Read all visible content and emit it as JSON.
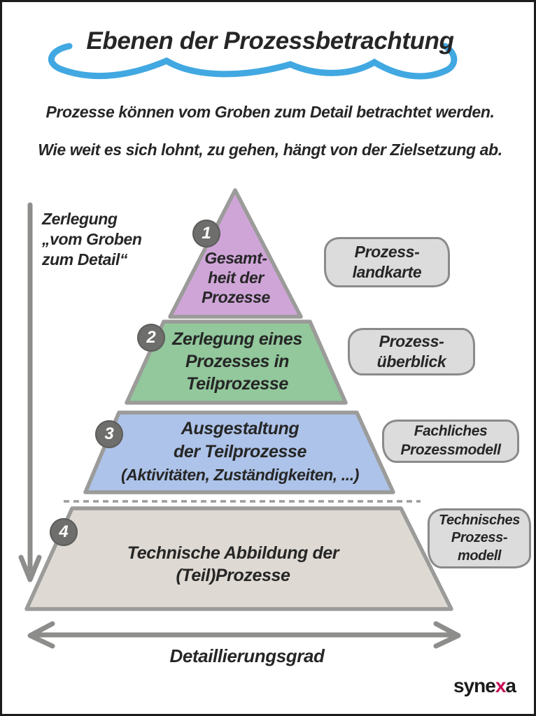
{
  "header": {
    "title": "Ebenen der Prozessbetrachtung",
    "subtitle_line1": "Prozesse können vom Groben zum Detail betrachtet werden.",
    "subtitle_line2": "Wie weit es sich lohnt, zu gehen, hängt von der Zielsetzung ab."
  },
  "decomposition_arrow": {
    "label_line1": "Zerlegung",
    "label_line2": "„vom Groben",
    "label_line3": "zum Detail“"
  },
  "pyramid": {
    "levels": [
      {
        "number": "1",
        "color": "#cfa5d8",
        "line1": "Gesamt-",
        "line2": "heit der",
        "line3": "Prozesse",
        "bubble_line1": "Prozess-",
        "bubble_line2": "landkarte"
      },
      {
        "number": "2",
        "color": "#92c89c",
        "line1": "Zerlegung eines",
        "line2": "Prozesses in",
        "line3": "Teilprozesse",
        "bubble_line1": "Prozess-",
        "bubble_line2": "überblick"
      },
      {
        "number": "3",
        "color": "#adc3e9",
        "line1": "Ausgestaltung",
        "line2": "der Teilprozesse",
        "line3": "(Aktivitäten, Zuständigkeiten, ...)",
        "bubble_line1": "Fachliches",
        "bubble_line2": "Prozessmodell"
      },
      {
        "number": "4",
        "color": "#ded9d2",
        "line1": "Technische Abbildung der",
        "line2": "(Teil)Prozesse",
        "bubble_line1": "Technisches",
        "bubble_line2": "Prozess-",
        "bubble_line3": "modell"
      }
    ]
  },
  "detail_axis": {
    "label": "Detaillierungsgrad"
  },
  "logo": {
    "part1": "syne",
    "part2": "x",
    "part3": "a",
    "x_color": "#c60c55",
    "text_color": "#1b1b1b"
  },
  "colors": {
    "swoosh": "#41a8e1",
    "arrow": "#8d8d8b",
    "outline": "#9b9b99",
    "dashed_line": "#9b9b99",
    "badge_fill": "#6e6e6c",
    "bubble_fill": "#dcdcdc",
    "bubble_border": "#8a8a8a",
    "text": "#262626"
  }
}
